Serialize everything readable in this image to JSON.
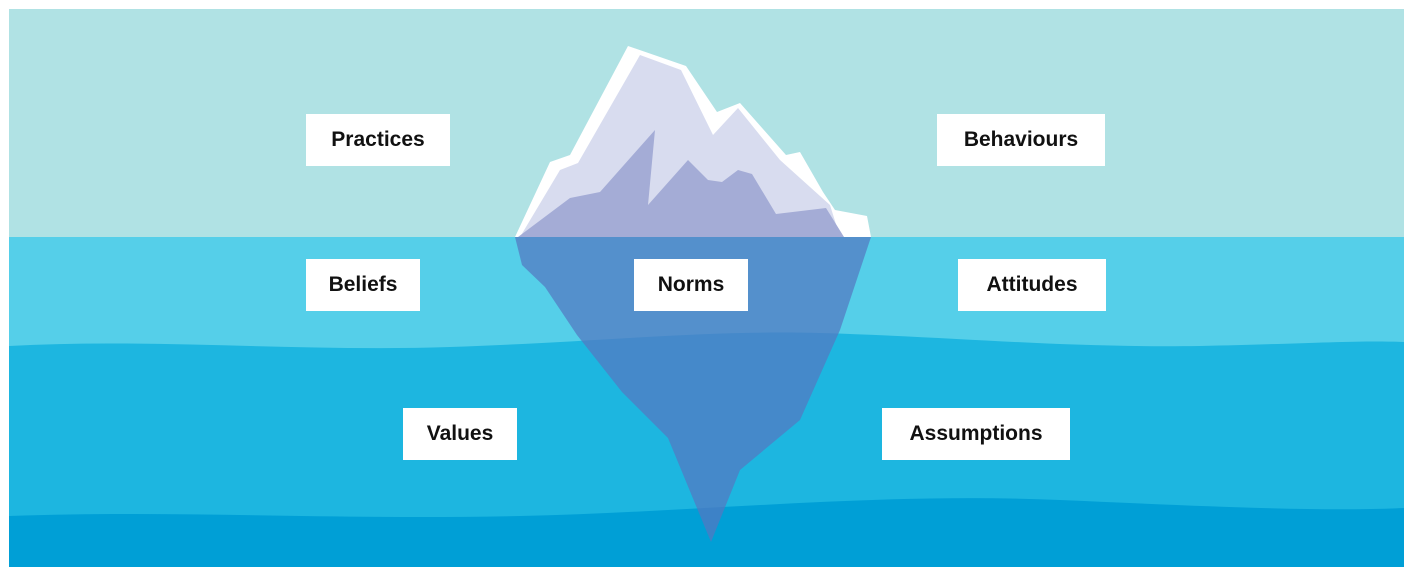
{
  "labels": {
    "practices": "Practices",
    "behaviours": "Behaviours",
    "beliefs": "Beliefs",
    "norms": "Norms",
    "attitudes": "Attitudes",
    "values": "Values",
    "assumptions": "Assumptions"
  },
  "colors": {
    "sky": "#b0e2e4",
    "water_top": "#55cfe9",
    "water_mid": "#1db6e0",
    "water_deep": "#009fd6",
    "ice_white": "#ffffff",
    "ice_light": "#d8dcef",
    "ice_shade": "#a4acd6",
    "ice_underwater": "#5577c0",
    "label_bg": "#ffffff",
    "label_text": "#111111"
  }
}
